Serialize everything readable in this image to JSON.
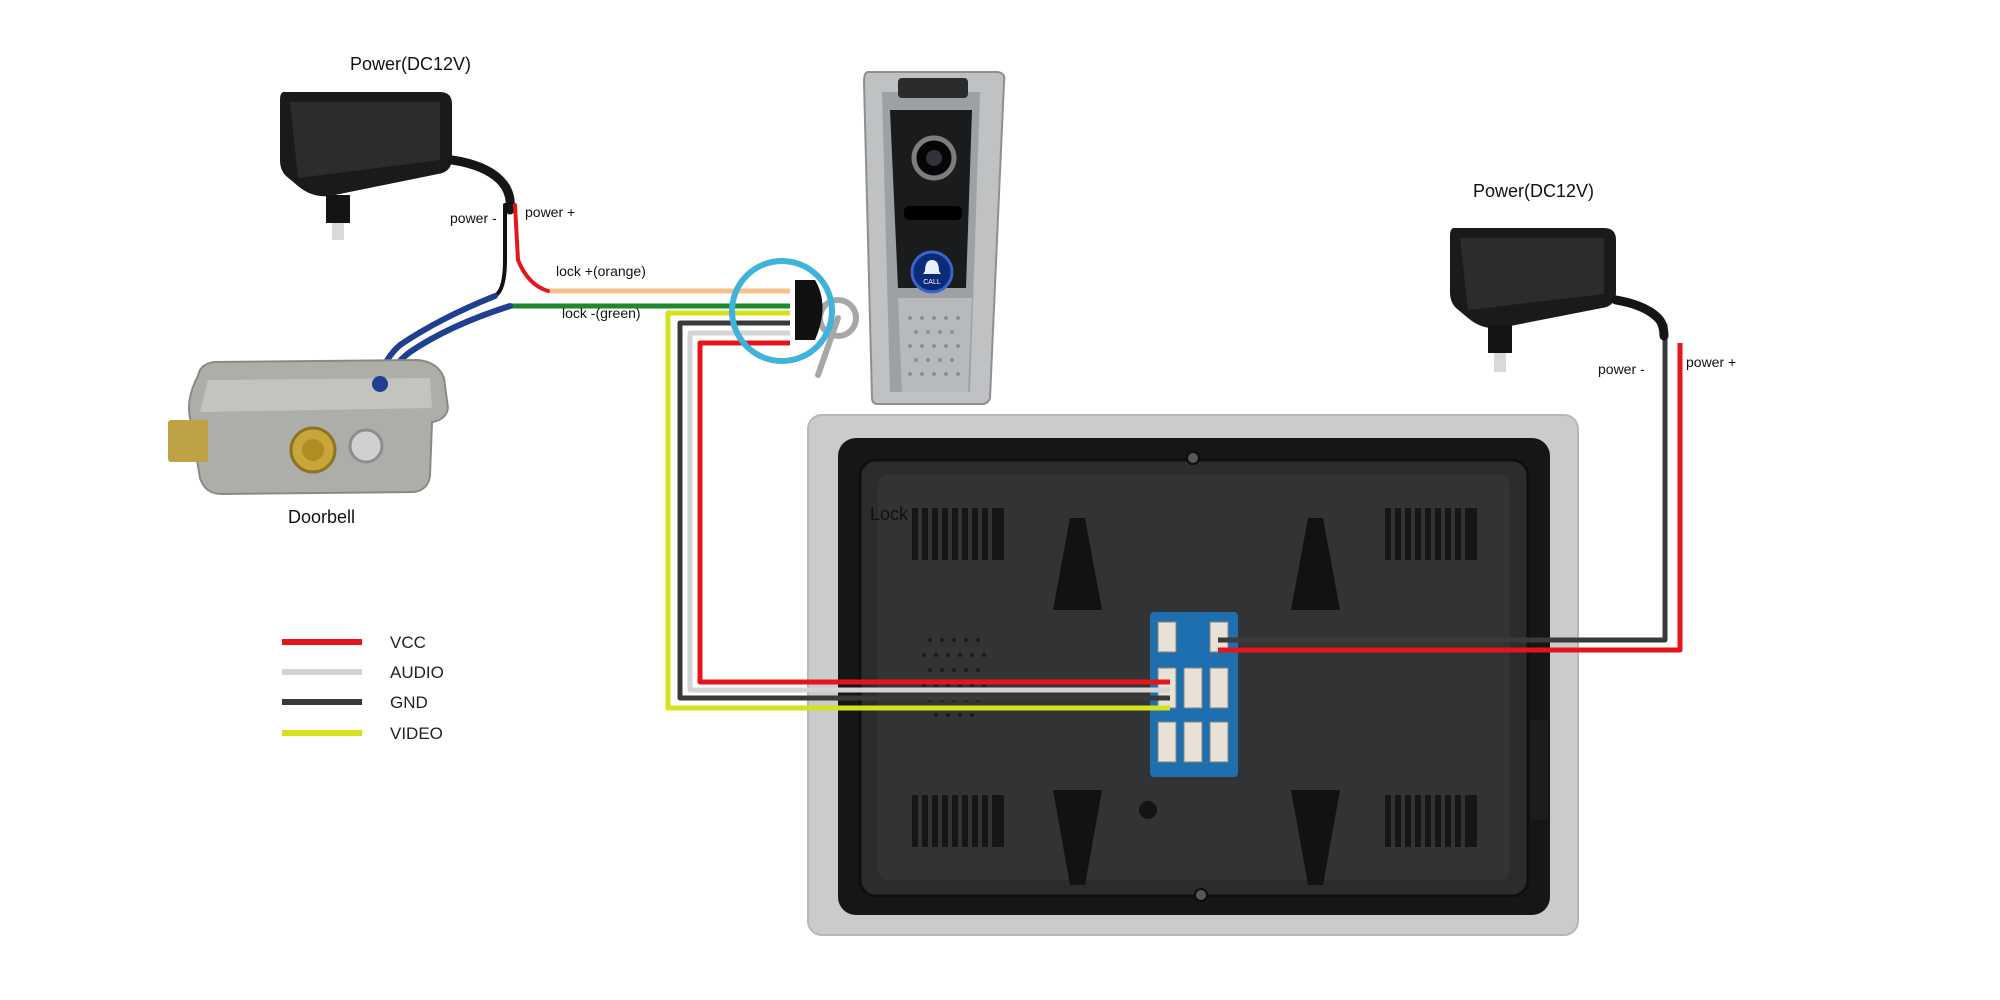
{
  "labels": {
    "power_left": "Power(DC12V)",
    "power_right": "Power(DC12V)",
    "power_minus_left": "power -",
    "power_plus_left": "power +",
    "power_minus_right": "power -",
    "power_plus_right": "power +",
    "lock_plus": "lock +(orange)",
    "lock_minus": "lock -(green)",
    "doorbell": "Doorbell",
    "lock": "Lock",
    "call_button": "CALL"
  },
  "legend": [
    {
      "label": "VCC",
      "color": "#e8141b"
    },
    {
      "label": "AUDIO",
      "color": "#d4d4d4"
    },
    {
      "label": "GND",
      "color": "#3a3a3a"
    },
    {
      "label": "VIDEO",
      "color": "#d3e21c"
    }
  ],
  "wire_colors": {
    "vcc": "#e8141b",
    "audio": "#d4d4d4",
    "gnd": "#3a3a3a",
    "video": "#d3e21c",
    "lock_plus": "#f7c08a",
    "lock_minus": "#1a8a2a",
    "lock_cable": "#1f3f8f",
    "highlight_circle": "#3fb3d9"
  }
}
